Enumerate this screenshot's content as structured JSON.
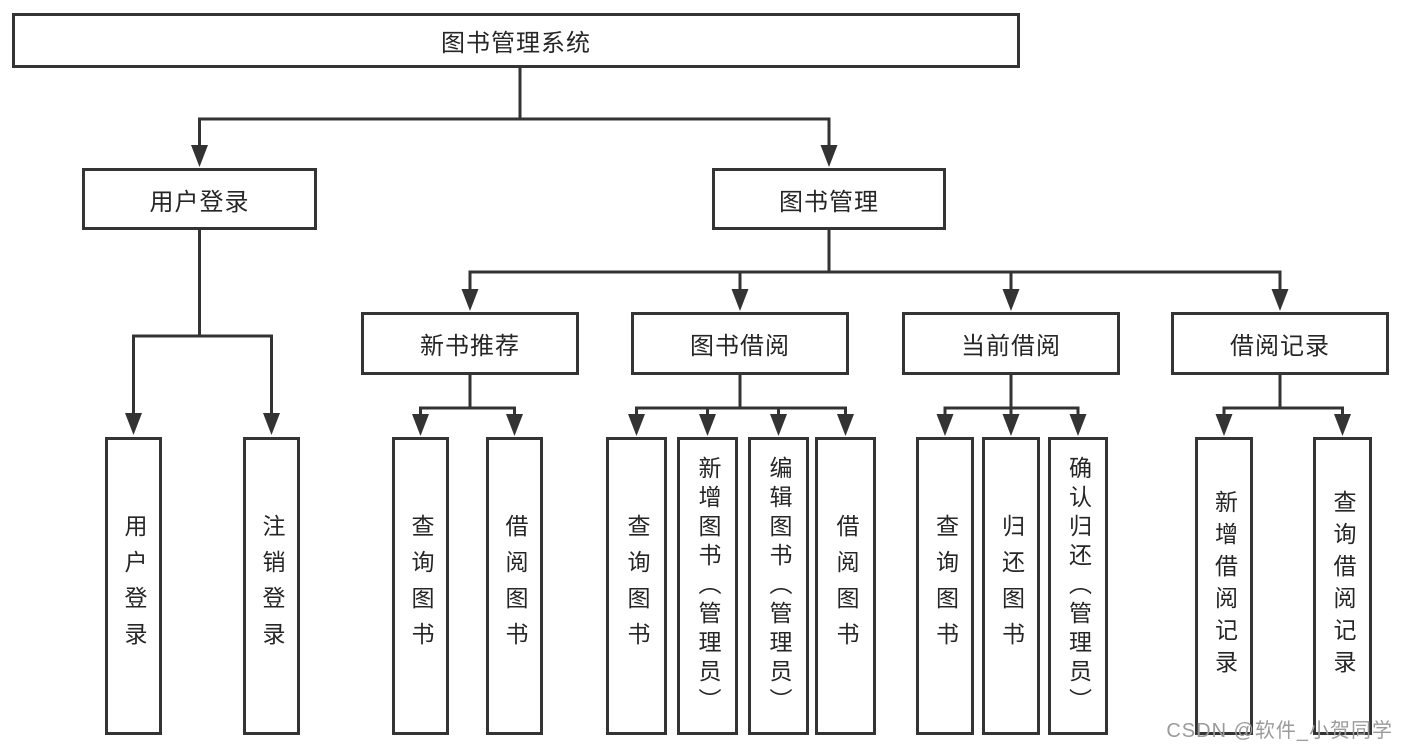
{
  "tree": {
    "label": "图书管理系统",
    "children": [
      {
        "label": "用户登录",
        "children": [
          {
            "label": "用户登录"
          },
          {
            "label": "注销登录"
          }
        ]
      },
      {
        "label": "图书管理",
        "children": [
          {
            "label": "新书推荐",
            "children": [
              {
                "label": "查询图书"
              },
              {
                "label": "借阅图书"
              }
            ]
          },
          {
            "label": "图书借阅",
            "children": [
              {
                "label": "查询图书"
              },
              {
                "label": "新增图书（管理员）"
              },
              {
                "label": "编辑图书（管理员）"
              },
              {
                "label": "借阅图书"
              }
            ]
          },
          {
            "label": "当前借阅",
            "children": [
              {
                "label": "查询图书"
              },
              {
                "label": "归还图书"
              },
              {
                "label": "确认归还（管理员）"
              }
            ]
          },
          {
            "label": "借阅记录",
            "children": [
              {
                "label": "新增借阅记录"
              },
              {
                "label": "查询借阅记录"
              }
            ]
          }
        ]
      }
    ]
  },
  "watermark": {
    "text": "CSDN @软件_小贺同学"
  },
  "colors": {
    "line": "#333333",
    "box_border": "#343434",
    "box_fill": "#ffffff",
    "text": "#262626",
    "watermark": "#9b9b9b",
    "background": "#ffffff"
  }
}
